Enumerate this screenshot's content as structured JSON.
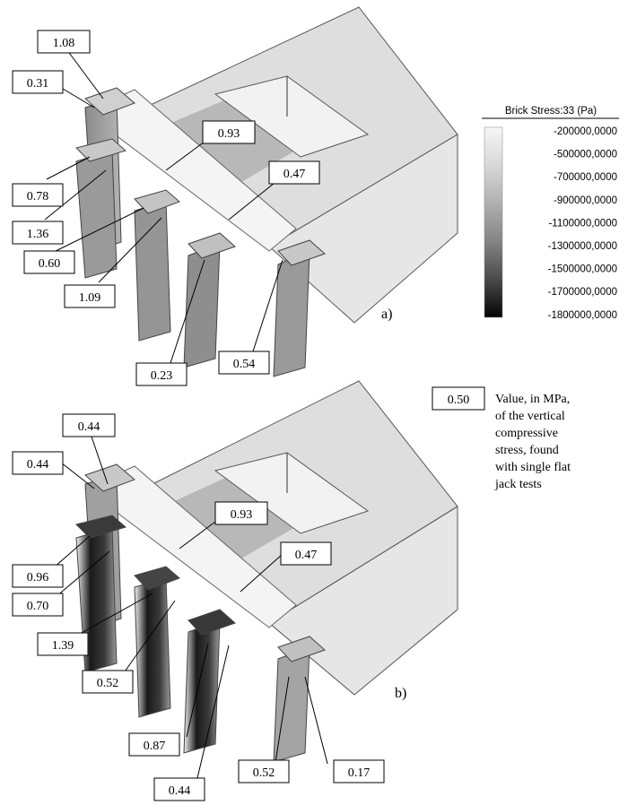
{
  "legend": {
    "title": "Brick Stress:33 (Pa)",
    "ticks": [
      "-200000,0000",
      "-500000,0000",
      "-700000,0000",
      "-900000,0000",
      "-1100000,0000",
      "-1300000,0000",
      "-1500000,0000",
      "-1700000,0000",
      "-1800000,0000"
    ],
    "colors": [
      "#f4f4f4",
      "#dcdcdc",
      "#c4c4c4",
      "#a8a8a8",
      "#8a8a8a",
      "#6a6a6a",
      "#4a4a4a",
      "#262626",
      "#050505"
    ]
  },
  "note": {
    "sample_value": "0.50",
    "lines": [
      "Value, in MPa,",
      "of the vertical",
      "compressive",
      "stress, found",
      "with single flat",
      "jack tests"
    ]
  },
  "panels": {
    "a": {
      "label": "a)"
    },
    "b": {
      "label": "b)"
    }
  },
  "callouts_a": [
    "1.08",
    "0.31",
    "0.93",
    "0.78",
    "0.47",
    "1.36",
    "0.60",
    "1.09",
    "0.23",
    "0.54"
  ],
  "callouts_b": [
    "0.44",
    "0.44",
    "0.93",
    "0.47",
    "0.96",
    "0.70",
    "1.39",
    "0.52",
    "0.87",
    "0.52",
    "0.17",
    "0.44"
  ]
}
